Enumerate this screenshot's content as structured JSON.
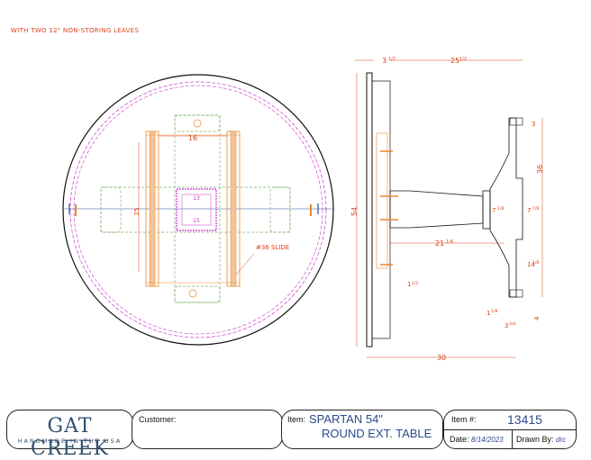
{
  "note": "WITH TWO 12\" NON-STORING LEAVES",
  "dimensions": {
    "top_width": "16",
    "sub_width": "13",
    "sub_height": "15",
    "length": "25",
    "slide_label": "#36 SLIDE",
    "overall_diameter": "54",
    "edge": "3",
    "edge_frac": "1/2",
    "apron": "25",
    "apron_frac": "1/2",
    "base_reach": "21",
    "base_reach_frac": "1/4",
    "pedestal": "1",
    "pedestal_frac": "1/2",
    "base_width": "30",
    "height": "36",
    "top_block": "3",
    "collar": "7",
    "collar_frac": "7/8",
    "col": "7",
    "col_frac": "1/8",
    "lower": "14",
    "lower_frac": "1/8",
    "foot": "1",
    "foot_frac": "1/8",
    "foot2": "3",
    "foot2_frac": "3/4",
    "foot_height": "4"
  },
  "title_block": {
    "logo_main": "GAT CREEK",
    "logo_sub": "HANDMADE IN THE USA",
    "customer_label": "Customer:",
    "item_label": "Item:",
    "item_line1": "SPARTAN 54\"",
    "item_line2": "ROUND EXT. TABLE",
    "item_no_label": "Item #:",
    "item_no": "13415",
    "date_label": "Date:",
    "date": "8/14/2023",
    "drawn_label": "Drawn By:",
    "drawn_by": "drc"
  },
  "colors": {
    "dimension": "#d9421a",
    "outline": "#111111",
    "leaf_pink": "#cc33cc",
    "slide_orange": "#e8892c",
    "base_green": "#7cb46a",
    "brand": "#2f4f6f",
    "value_blue": "#2b4a8c"
  }
}
